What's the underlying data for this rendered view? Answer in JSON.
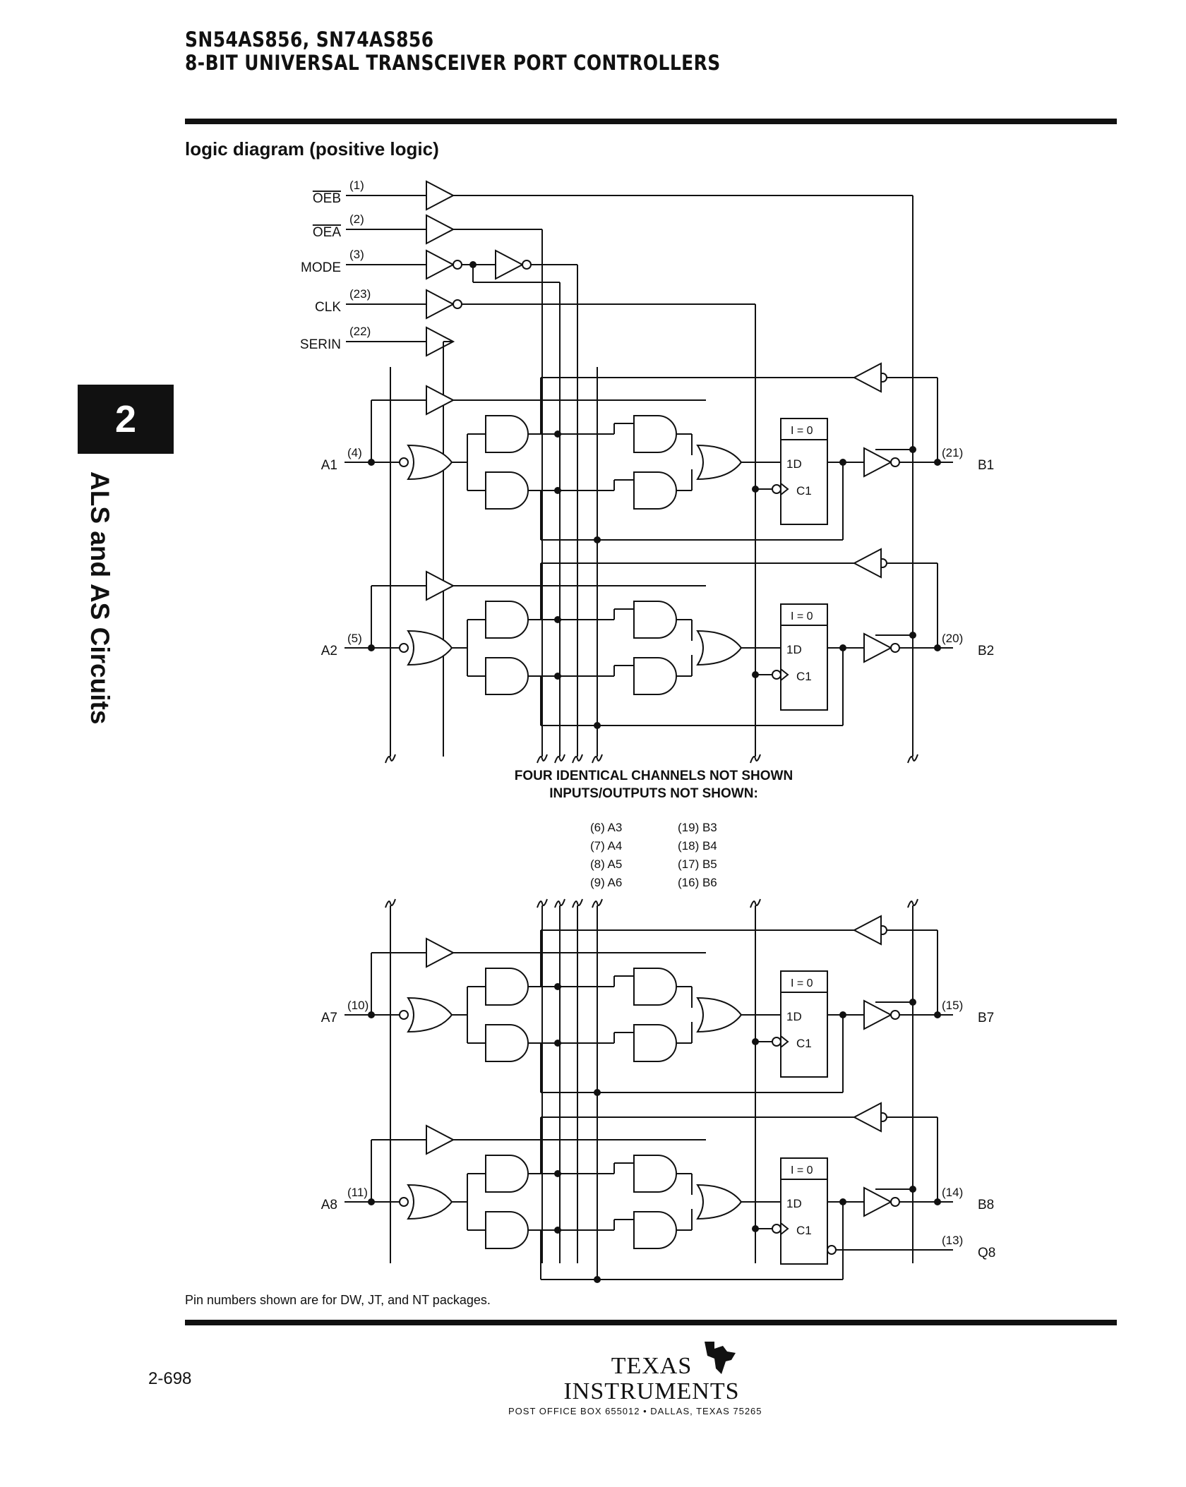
{
  "header": {
    "line1": "SN54AS856, SN74AS856",
    "line2": "8-BIT UNIVERSAL TRANSCEIVER PORT CONTROLLERS"
  },
  "subtitle": "logic diagram (positive logic)",
  "side_tab": {
    "number": "2",
    "label": "ALS and AS Circuits"
  },
  "control_inputs": [
    {
      "name": "OEB",
      "pin": "(1)",
      "overline": true
    },
    {
      "name": "OEA",
      "pin": "(2)",
      "overline": true
    },
    {
      "name": "MODE",
      "pin": "(3)",
      "overline": false
    },
    {
      "name": "CLK",
      "pin": "(23)",
      "overline": false
    },
    {
      "name": "SERIN",
      "pin": "(22)",
      "overline": false
    }
  ],
  "channels": [
    {
      "a": "A1",
      "a_pin": "(4)",
      "b": "B1",
      "b_pin": "(21)"
    },
    {
      "a": "A2",
      "a_pin": "(5)",
      "b": "B2",
      "b_pin": "(20)"
    },
    {
      "a": "A7",
      "a_pin": "(10)",
      "b": "B7",
      "b_pin": "(15)"
    },
    {
      "a": "A8",
      "a_pin": "(11)",
      "b": "B8",
      "b_pin": "(14)"
    }
  ],
  "extra_output": {
    "name": "Q8",
    "pin": "(13)"
  },
  "ff_labels": {
    "reset": "I = 0",
    "d": "1D",
    "clk": "C1"
  },
  "not_shown": {
    "line1": "FOUR IDENTICAL CHANNELS NOT SHOWN",
    "line2": "INPUTS/OUTPUTS NOT SHOWN:",
    "inputs": [
      "(6) A3",
      "(7) A4",
      "(8) A5",
      "(9) A6"
    ],
    "outputs": [
      "(19) B3",
      "(18) B4",
      "(17) B5",
      "(16) B6"
    ]
  },
  "footnote": "Pin numbers shown are for DW, JT, and NT packages.",
  "page_number": "2-698",
  "company": {
    "line1": "TEXAS",
    "line2": "INSTRUMENTS"
  },
  "address": "POST OFFICE BOX 655012 • DALLAS, TEXAS 75265"
}
